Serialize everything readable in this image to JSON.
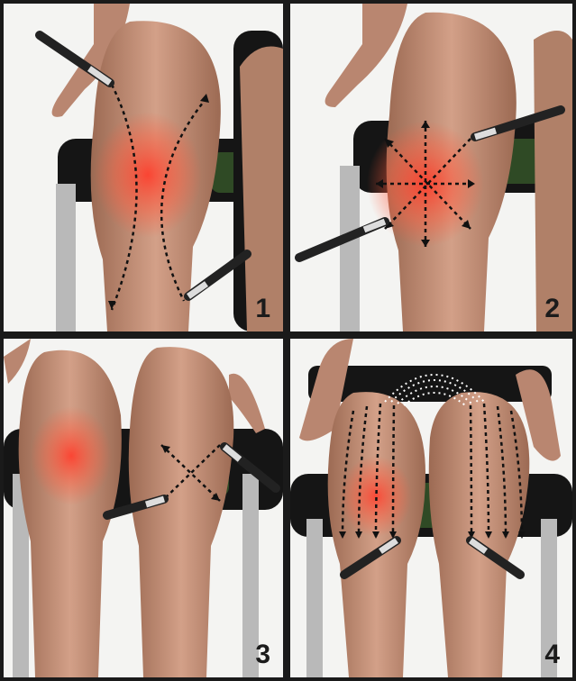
{
  "panels": [
    {
      "number": "1"
    },
    {
      "number": "2"
    },
    {
      "number": "3"
    },
    {
      "number": "4"
    }
  ],
  "colors": {
    "skin": "#c7957a",
    "skin_shadow": "#9c6a53",
    "pain_glow": "#ff3b2a",
    "chair_black": "#151515",
    "chair_green": "#2f4a25",
    "chair_leg": "#b9b9b9",
    "tape_line": "#111111",
    "background": "#f4f4f2"
  },
  "icons": [
    "tape-roll-icon",
    "arrow-head-icon"
  ]
}
